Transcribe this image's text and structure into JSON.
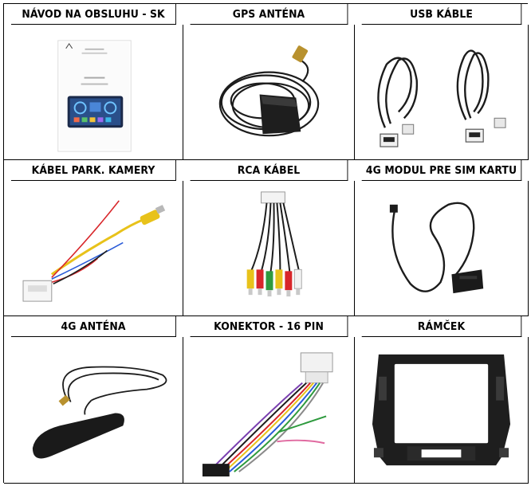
{
  "items": [
    {
      "label": "NÁVOD NA OBSLUHU - SK",
      "icon": "manual-booklet"
    },
    {
      "label": "GPS ANTÉNA",
      "icon": "gps-antenna"
    },
    {
      "label": "USB KÁBLE",
      "icon": "usb-cables"
    },
    {
      "label": "KÁBEL PARK. KAMERY",
      "icon": "parking-camera-cable"
    },
    {
      "label": "RCA KÁBEL",
      "icon": "rca-cable"
    },
    {
      "label": "4G MODUL PRE SIM KARTU",
      "icon": "sim-module"
    },
    {
      "label": "4G ANTÉNA",
      "icon": "4g-antenna"
    },
    {
      "label": "KONEKTOR - 16 PIN",
      "icon": "16-pin-connector"
    },
    {
      "label": "RÁMČEK",
      "icon": "dash-frame"
    }
  ],
  "colors": {
    "border": "#000000",
    "cable": "#1c1c1c",
    "rca_yellow": "#e8c21a",
    "rca_red": "#d8262a",
    "rca_green": "#2e9a3e"
  }
}
